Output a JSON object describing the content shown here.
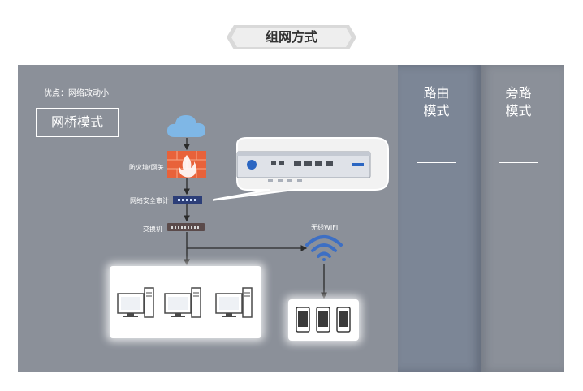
{
  "header": {
    "title": "组网方式"
  },
  "diagram": {
    "pros_text": "优点：网络改动小",
    "modes": {
      "bridge": "网桥模式",
      "route": "路由模式",
      "bypass": "旁路模式"
    },
    "labels": {
      "firewall": "防火墙/网关",
      "audit": "网络安全审计",
      "switch": "交换机",
      "wifi": "无线WIFI"
    },
    "colors": {
      "stage": "#8b9099",
      "accent": "#3d6fc4",
      "firewall": "#e8623a",
      "cloud": "#7fb7e6"
    }
  }
}
